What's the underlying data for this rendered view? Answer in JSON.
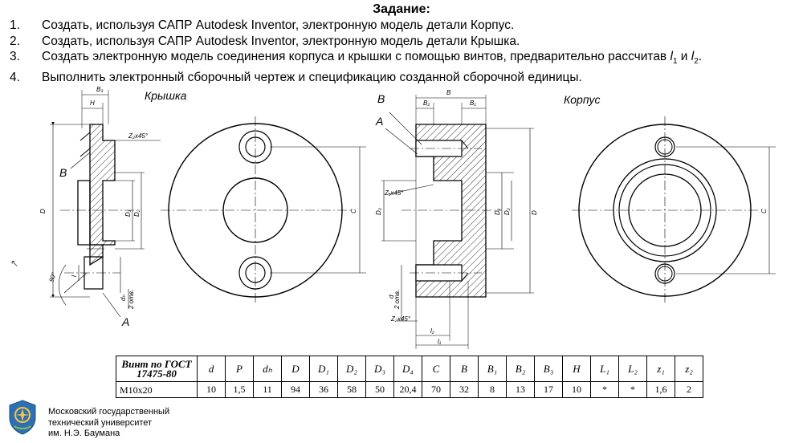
{
  "header": {
    "title": "Задание:"
  },
  "tasks": [
    {
      "num": "1.",
      "text": "Создать, используя САПР Autodesk Inventor, электронную модель детали Корпус."
    },
    {
      "num": "2.",
      "text": "Создать, используя САПР Autodesk Inventor, электронную модель детали Крышка."
    },
    {
      "num": "3.",
      "text_before": "Создать электронную модель соединения корпуса и крышки с помощью винтов, предварительно рассчитав ",
      "var1": "l",
      "sub1": "1",
      "mid": " и ",
      "var2": "l",
      "sub2": "2",
      "after": "."
    },
    {
      "num": "4.",
      "text": "Выполнить электронный сборочный чертеж и спецификацию созданной сборочной единицы."
    }
  ],
  "drawing": {
    "cover_title": "Крышка",
    "housing_title": "Корпус",
    "labels": {
      "B": "B",
      "A": "A",
      "B3": "B₃",
      "B2": "B₂",
      "B1": "B₁",
      "H": "H",
      "z2x45": "Z₂x45°",
      "z1x45": "Z₁x45°",
      "D": "D",
      "D1": "D₁",
      "D2": "D₂",
      "D3": "D₃",
      "C": "C",
      "angle90": "90°",
      "l": "l",
      "d": "d",
      "dh": "dₕ",
      "two_holes": "2 отв.",
      "l1": "l₁",
      "l2": "l₂"
    }
  },
  "spec_table": {
    "header_title_line1": "Винт по ГОСТ",
    "header_title_line2": "17475-80",
    "columns": [
      "d",
      "P",
      "dₕ",
      "D",
      "D₁",
      "D₂",
      "D₃",
      "D₄",
      "C",
      "B",
      "B₁",
      "B₂",
      "B₃",
      "H",
      "L₁",
      "L₂",
      "z₁",
      "z₂"
    ],
    "row_label": "M10x20",
    "values": [
      "10",
      "1,5",
      "11",
      "94",
      "36",
      "58",
      "50",
      "20,4",
      "70",
      "32",
      "8",
      "13",
      "17",
      "10",
      "*",
      "*",
      "1,6",
      "2"
    ]
  },
  "footer": {
    "line1": "Московский государственный",
    "line2": "технический университет",
    "line3": "им. Н.Э. Баумана"
  }
}
